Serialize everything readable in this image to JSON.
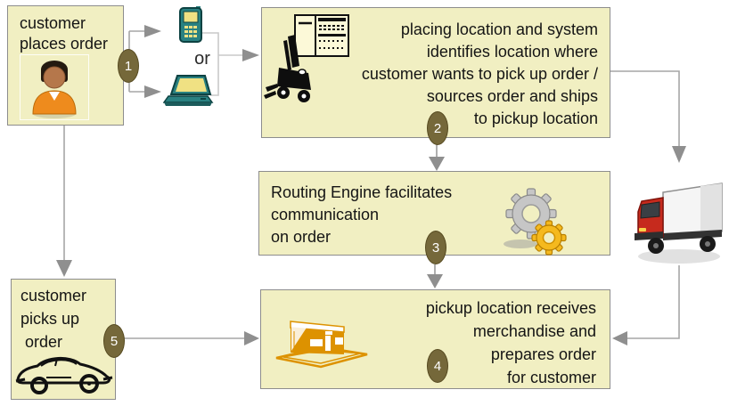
{
  "boxes": {
    "customer_places_order": {
      "text": "customer\nplaces order"
    },
    "placing_location": {
      "text": "placing location and system\nidentifies location where\ncustomer wants to pick up order /\nsources order and ships\nto pickup location"
    },
    "routing_engine": {
      "text": "Routing Engine facilitates\ncommunication\non order"
    },
    "pickup_location": {
      "text": "pickup location receives\nmerchandise and\nprepares order\nfor customer"
    },
    "customer_picks_up": {
      "text": "customer\npicks up\n order"
    }
  },
  "labels": {
    "or": "or"
  },
  "badges": [
    "1",
    "2",
    "3",
    "4",
    "5"
  ],
  "icons": [
    "customer-avatar-icon",
    "mobile-phone-icon",
    "laptop-icon",
    "order-form-icon",
    "forklift-icon",
    "gears-icon",
    "delivery-truck-icon",
    "store-icon",
    "car-icon"
  ],
  "colors": {
    "box_fill": "#f1efc2",
    "box_border": "#8d8d8d",
    "badge_fill": "#75683a",
    "badge_border": "#564a20",
    "arrow_gray": "#8f8f8f",
    "line_gray": "#a6a6a6",
    "bracket_gray": "#c9c9c9",
    "device_teal": "#2a8181",
    "device_screen_yellow": "#f0e183",
    "store_orange": "#dd9200",
    "truck_red": "#c62a1d",
    "gear_gray": "#c6c6c6",
    "gear_gold": "#f5b91e",
    "person_orange": "#ee8b1d"
  }
}
